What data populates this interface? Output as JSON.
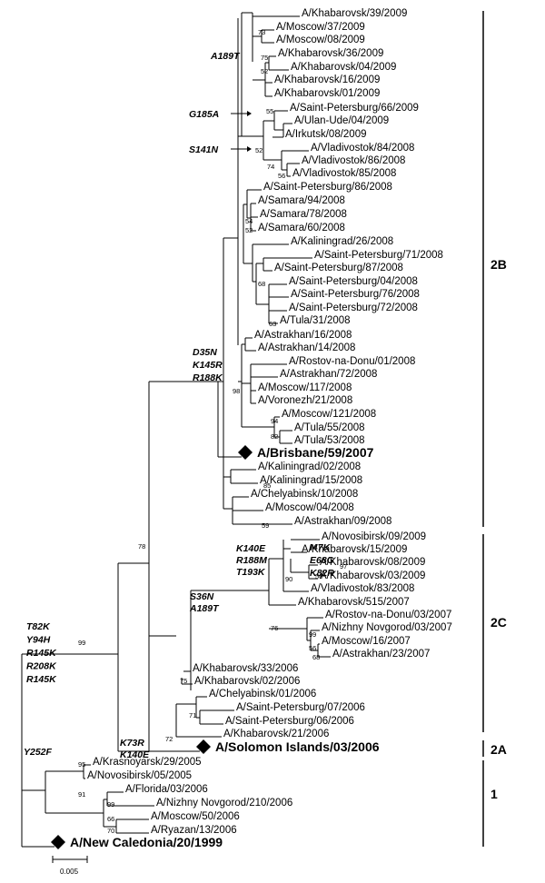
{
  "clades": [
    "2B",
    "2C",
    "2A",
    "1"
  ],
  "scale_label": "0.005",
  "leaves": [
    {
      "label": "A/Khabarovsk/39/2009"
    },
    {
      "label": "A/Moscow/37/2009"
    },
    {
      "label": "A/Moscow/08/2009"
    },
    {
      "label": "A/Khabarovsk/36/2009"
    },
    {
      "label": "A/Khabarovsk/04/2009"
    },
    {
      "label": "A/Khabarovsk/16/2009"
    },
    {
      "label": "A/Khabarovsk/01/2009"
    },
    {
      "label": "A/Saint-Petersburg/66/2009"
    },
    {
      "label": "A/Ulan-Ude/04/2009"
    },
    {
      "label": "A/Irkutsk/08/2009"
    },
    {
      "label": "A/Vladivostok/84/2008"
    },
    {
      "label": "A/Vladivostok/86/2008"
    },
    {
      "label": "A/Vladivostok/85/2008"
    },
    {
      "label": "A/Saint-Petersburg/86/2008"
    },
    {
      "label": "A/Samara/94/2008"
    },
    {
      "label": "A/Samara/78/2008"
    },
    {
      "label": "A/Samara/60/2008"
    },
    {
      "label": "A/Kaliningrad/26/2008"
    },
    {
      "label": "A/Saint-Petersburg/71/2008"
    },
    {
      "label": "A/Saint-Petersburg/87/2008"
    },
    {
      "label": "A/Saint-Petersburg/04/2008"
    },
    {
      "label": "A/Saint-Petersburg/76/2008"
    },
    {
      "label": "A/Saint-Petersburg/72/2008"
    },
    {
      "label": "A/Tula/31/2008"
    },
    {
      "label": "A/Astrakhan/16/2008"
    },
    {
      "label": "A/Astrakhan/14/2008"
    },
    {
      "label": "A/Rostov-na-Donu/01/2008"
    },
    {
      "label": "A/Astrakhan/72/2008"
    },
    {
      "label": "A/Moscow/117/2008"
    },
    {
      "label": "A/Voronezh/21/2008"
    },
    {
      "label": "A/Moscow/121/2008"
    },
    {
      "label": "A/Tula/55/2008"
    },
    {
      "label": "A/Tula/53/2008"
    },
    {
      "label": "A/Brisbane/59/2007",
      "ref": true
    },
    {
      "label": "A/Kaliningrad/02/2008"
    },
    {
      "label": "A/Kaliningrad/15/2008"
    },
    {
      "label": "A/Chelyabinsk/10/2008"
    },
    {
      "label": "A/Moscow/04/2008"
    },
    {
      "label": "A/Astrakhan/09/2008"
    },
    {
      "label": "A/Novosibirsk/09/2009"
    },
    {
      "label": "A/Khabarovsk/15/2009"
    },
    {
      "label": "A/Khabarovsk/08/2009"
    },
    {
      "label": "A/Khabarovsk/03/2009"
    },
    {
      "label": "A/Vladivostok/83/2008"
    },
    {
      "label": "A/Khabarovsk/515/2007"
    },
    {
      "label": "A/Rostov-na-Donu/03/2007"
    },
    {
      "label": "A/Nizhny Novgorod/03/2007"
    },
    {
      "label": "A/Moscow/16/2007"
    },
    {
      "label": "A/Astrakhan/23/2007"
    },
    {
      "label": "A/Khabarovsk/33/2006"
    },
    {
      "label": "A/Khabarovsk/02/2006"
    },
    {
      "label": "A/Chelyabinsk/01/2006"
    },
    {
      "label": "A/Saint-Petersburg/07/2006"
    },
    {
      "label": "A/Saint-Petersburg/06/2006"
    },
    {
      "label": "A/Khabarovsk/21/2006"
    },
    {
      "label": "A/Solomon Islands/03/2006",
      "ref": true
    },
    {
      "label": "A/Krasnoyarsk/29/2005"
    },
    {
      "label": "A/Novosibirsk/05/2005"
    },
    {
      "label": "A/Florida/03/2006"
    },
    {
      "label": "A/Nizhny Novgorod/210/2006"
    },
    {
      "label": "A/Moscow/50/2006"
    },
    {
      "label": "A/Ryazan/13/2006"
    },
    {
      "label": "A/New Caledonia/20/1999",
      "ref": true
    }
  ],
  "bootstrap": [
    "73",
    "75",
    "52",
    "55",
    "52",
    "74",
    "56",
    "54",
    "52",
    "68",
    "63",
    "98",
    "94",
    "82",
    "85",
    "59",
    "78",
    "97",
    "56",
    "90",
    "76",
    "99",
    "56",
    "68",
    "75",
    "71",
    "72",
    "99",
    "95",
    "91",
    "99",
    "66",
    "70"
  ],
  "mutations": [
    [
      "A189T"
    ],
    [
      "G185A"
    ],
    [
      "S141N"
    ],
    [
      "D35N",
      "K145R",
      "R188K"
    ],
    [
      "I47K",
      "E68G",
      "K82R"
    ],
    [
      "K140E",
      "R188M",
      "T193K"
    ],
    [
      "S36N",
      "A189T"
    ],
    [
      "T82K",
      "Y94H",
      "R145K",
      "R208K",
      "R145K"
    ],
    [
      "K73R",
      "K140E"
    ],
    [
      "Y252F"
    ]
  ]
}
